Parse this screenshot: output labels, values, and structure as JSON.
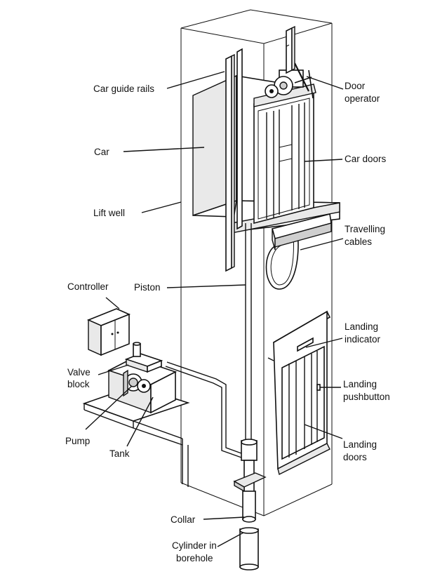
{
  "labels": {
    "car_guide_rails": "Car guide rails",
    "car": "Car",
    "lift_well": "Lift well",
    "controller": "Controller",
    "piston": "Piston",
    "valve_block_1": "Valve",
    "valve_block_2": "block",
    "pump": "Pump",
    "tank": "Tank",
    "collar": "Collar",
    "cylinder_1": "Cylinder in",
    "cylinder_2": "borehole",
    "door_operator_1": "Door",
    "door_operator_2": "operator",
    "car_doors": "Car doors",
    "travelling_cables_1": "Travelling",
    "travelling_cables_2": "cables",
    "landing_indicator_1": "Landing",
    "landing_indicator_2": "indicator",
    "landing_pushbutton_1": "Landing",
    "landing_pushbutton_2": "pushbutton",
    "landing_doors_1": "Landing",
    "landing_doors_2": "doors"
  },
  "colors": {
    "line": "#111111",
    "background": "#ffffff",
    "shade": "#e9e9e9"
  }
}
